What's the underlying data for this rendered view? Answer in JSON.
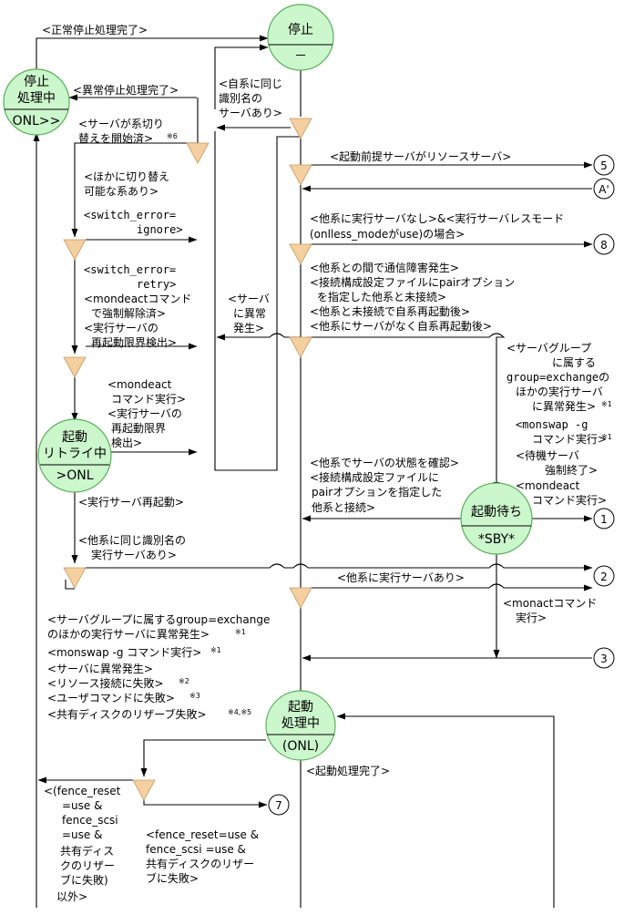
{
  "states": {
    "stop": {
      "name": "停止",
      "mode": "－"
    },
    "stopping": {
      "name1": "停止",
      "name2": "処理中",
      "mode": "ONL>>"
    },
    "retry": {
      "name1": "起動",
      "name2": "リトライ中",
      "mode": ">ONL"
    },
    "waiting": {
      "name": "起動待ち",
      "mode": "*SBY*"
    },
    "starting": {
      "name1": "起動",
      "name2": "処理中",
      "mode": "(ONL)"
    }
  },
  "connectors": {
    "c5": "5",
    "cA": "A'",
    "c8": "8",
    "c1": "1",
    "c2": "2",
    "c3": "3",
    "c7": "7"
  },
  "labels": {
    "normal_stop_done": "<正常停止処理完了>",
    "abnormal_stop_done": "<異常停止処理完了>",
    "same_id_1": "<自系に同じ",
    "same_id_2": "識別名の",
    "same_id_3": "サーバあり>",
    "sw_start_1": "<サーバが系切り",
    "sw_start_2": "替えを開始済>",
    "note6": "※6",
    "other_sys_1": "<ほかに切り替え",
    "other_sys_2": "可能な系あり>",
    "sw_err_ignore_1": "<switch_error=",
    "sw_err_ignore_2": "ignore>",
    "sw_err_retry_1": "<switch_error=",
    "sw_err_retry_2": "retry>",
    "mondeact_1": "<mondeactコマンド",
    "mondeact_2": "で強制解除済>",
    "exec_limit_1": "<実行サーバの",
    "exec_limit_2": "再起動限界検出>",
    "retry_cmd_1": "<mondeact",
    "retry_cmd_2": "コマンド実行>",
    "retry_cmd_3": "<実行サーバの",
    "retry_cmd_4": "再起動限界",
    "retry_cmd_5": "検出>",
    "resource_server": "<起動前提サーバがリソースサーバ>",
    "onlless_1": "<他系に実行サーバなし>&<実行サーバレスモード",
    "onlless_2": "(onlless_modeがuse)の場合>",
    "comm_fail_1": "<他系との間で通信障害発生>",
    "comm_fail_2": "<接続構成設定ファイルにpairオプション",
    "comm_fail_3": "を指定した他系と未接続>",
    "comm_fail_4": "<他系と未接続で自系再起動後>",
    "comm_fail_5": "<他系にサーバがなく自系再起動後>",
    "srv_abn_1": "<サーバ",
    "srv_abn_2": "に異常",
    "srv_abn_3": "発生>",
    "group_exch_1": "<サーバグループ",
    "group_exch_2": "に属する",
    "group_exch_3": "group=exchangeの",
    "group_exch_4": "ほかの実行サーバ",
    "group_exch_5": "に異常発生>",
    "note1": "※1",
    "monswap_1": "<monswap -g",
    "monswap_2": "コマンド実行>",
    "standby_1": "<待機サーバ",
    "standby_2": "強制終了>",
    "mondeact2_1": "<mondeact",
    "mondeact2_2": "コマンド実行>",
    "confirm_1": "<他系でサーバの状態を確認>",
    "confirm_2": "<接続構成設定ファイルに",
    "confirm_3": "pairオプションを指定した",
    "confirm_4": "他系と接続>",
    "exec_restart": "<実行サーバ再起動>",
    "other_same_1": "<他系に同じ識別名の",
    "other_same_2": "実行サーバあり>",
    "other_exec": "<他系に実行サーバあり>",
    "monact_1": "<monactコマンド",
    "monact_2": "実行>",
    "fail_1": "<サーバグループに属するgroup=exchange",
    "fail_2": "のほかの実行サーバに異常発生>",
    "fail_3": "<monswap -g コマンド実行>",
    "fail_4": "<サーバに異常発生>",
    "fail_5": "<リソース接続に失敗>",
    "fail_6": "<ユーザコマンドに失敗>",
    "fail_7": "<共有ディスクのリザーブ失敗>",
    "note2": "※2",
    "note3": "※3",
    "note45": "※4,※5",
    "start_done": "<起動処理完了>",
    "fence_l_1": "<(fence_reset",
    "fence_l_2": "=use &",
    "fence_l_3": "fence_scsi",
    "fence_l_4": "=use &",
    "fence_l_5": "共有ディス",
    "fence_l_6": "クのリザー",
    "fence_l_7": "ブに失敗)",
    "fence_l_8": "以外>",
    "fence_r_1": "<fence_reset=use &",
    "fence_r_2": "fence_scsi =use &",
    "fence_r_3": "共有ディスクのリザー",
    "fence_r_4": "ブに失敗>"
  }
}
